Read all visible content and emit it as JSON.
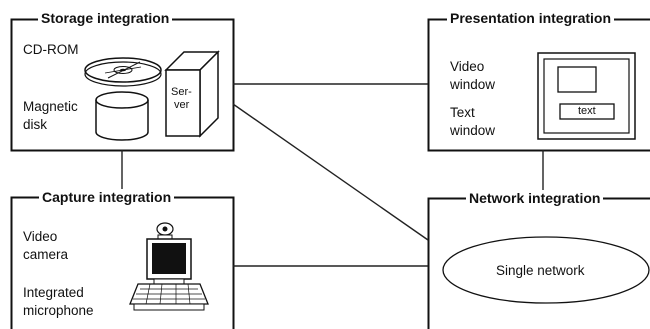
{
  "storage": {
    "title": "Storage integration",
    "cdrom_label": "CD-ROM",
    "disk_label_line1": "Magnetic",
    "disk_label_line2": "disk",
    "server_line1": "Ser-",
    "server_line2": "ver"
  },
  "presentation": {
    "title": "Presentation integration",
    "video_line1": "Video",
    "video_line2": "window",
    "text_line1": "Text",
    "text_line2": "window",
    "text_box": "text"
  },
  "capture": {
    "title": "Capture integration",
    "video_line1": "Video",
    "video_line2": "camera",
    "mic_line1": "Integrated",
    "mic_line2": "microphone"
  },
  "network": {
    "title": "Network integration",
    "ellipse_label": "Single network"
  }
}
